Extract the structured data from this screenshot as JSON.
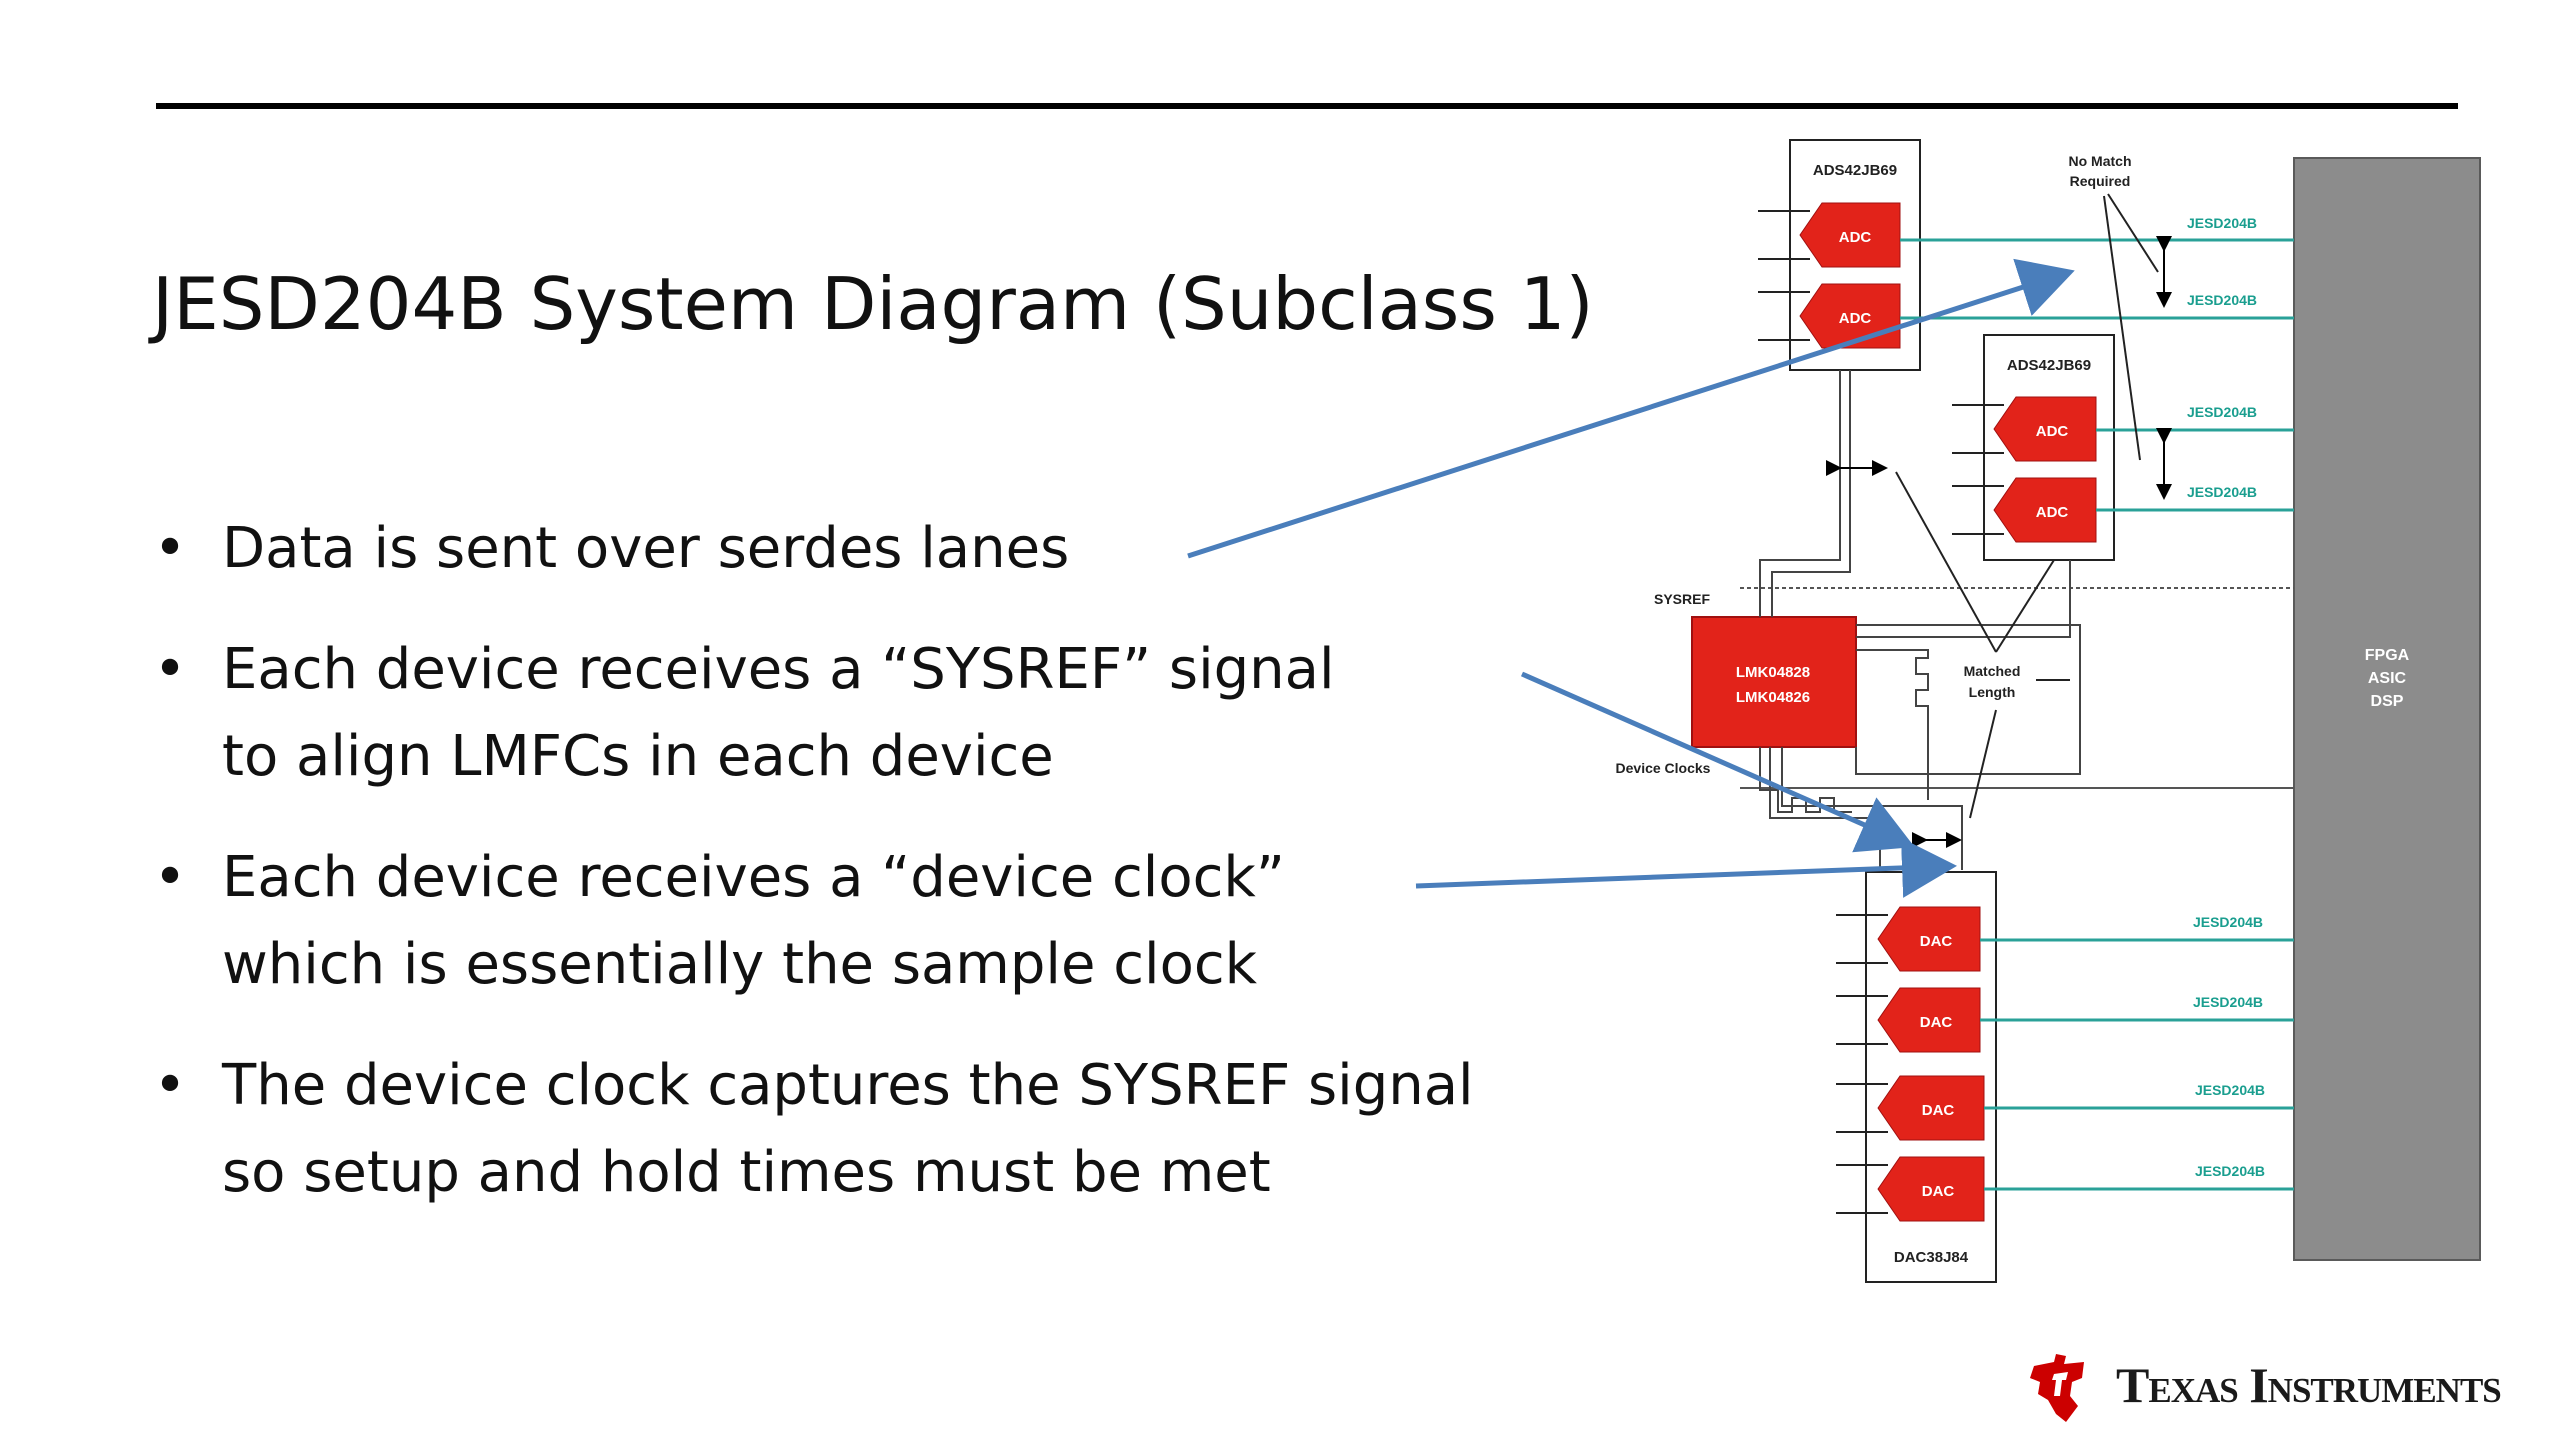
{
  "slide": {
    "title": "JESD204B System Diagram (Subclass 1)",
    "bullets": [
      {
        "lines": [
          "Data is sent over serdes lanes"
        ]
      },
      {
        "lines": [
          "Each device receives a “SYSREF” signal",
          "to align LMFCs in each device"
        ]
      },
      {
        "lines": [
          "Each device receives a “device clock”",
          "which is essentially the sample clock"
        ]
      },
      {
        "lines": [
          "The device clock captures the SYSREF signal",
          "so setup and hold times must be met"
        ]
      }
    ]
  },
  "diagram": {
    "adc_chip_1": "ADS42JB69",
    "adc_chip_2": "ADS42JB69",
    "adc_label": "ADC",
    "dac_label": "DAC",
    "dac_chip": "DAC38J84",
    "clock_chip_line1": "LMK04828",
    "clock_chip_line2": "LMK04826",
    "sysref_label": "SYSREF",
    "device_clocks_label": "Device Clocks",
    "matched_length_line1": "Matched",
    "matched_length_line2": "Length",
    "no_match_line1": "No Match",
    "no_match_line2": "Required",
    "fpga_line1": "FPGA",
    "fpga_line2": "ASIC",
    "fpga_line3": "DSP",
    "lane_label": "JESD204B",
    "colors": {
      "red_block": "#e2231a",
      "lane_teal": "#2aa198",
      "lane_text": "#1a9e8f",
      "fpga_gray": "#8c8c8c",
      "pointer_blue": "#4a7ebb"
    }
  },
  "logo": {
    "text": "Texas Instruments",
    "icon": "ti-logo-icon"
  }
}
